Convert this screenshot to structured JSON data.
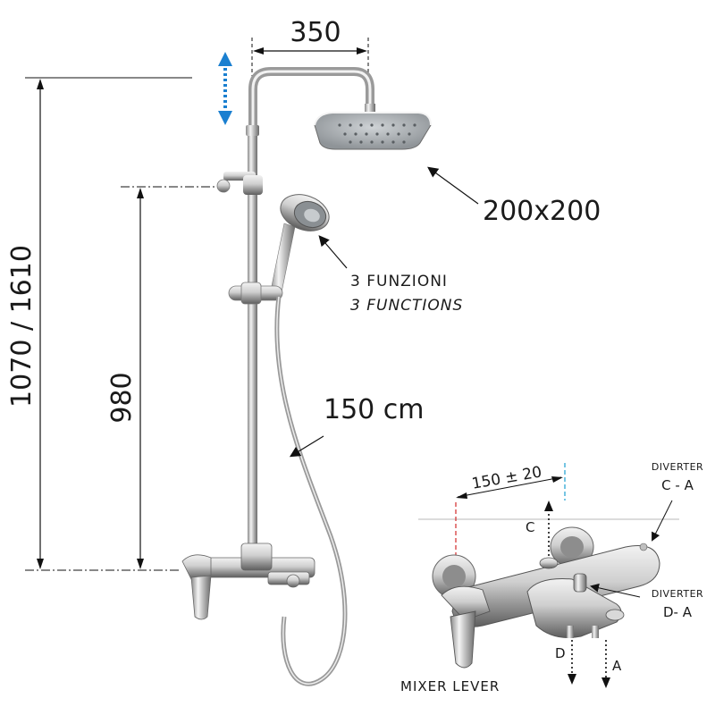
{
  "dimensions": {
    "head_span": "350",
    "total_height": "1070 / 1610",
    "slide_height": "980",
    "head_size": "200x200",
    "hose_length": "150 cm",
    "mixer_spacing": "150 ± 20"
  },
  "labels": {
    "functions_it": "3 FUNZIONI",
    "functions_en": "3 FUNCTIONS",
    "diverter_top_title": "DIVERTER",
    "diverter_top_ports": "C - A",
    "diverter_bottom_title": "DIVERTER",
    "diverter_bottom_ports": "D- A",
    "mixer_lever": "MIXER LEVER",
    "port_c": "C",
    "port_d": "D",
    "port_a": "A"
  },
  "colors": {
    "adjust_arrow": "#1a7fd0",
    "red_axis": "#d12a2a",
    "blue_axis": "#1a9fd0",
    "chrome_dark": "#6e6e6e",
    "chrome_light": "#e6e6e6"
  }
}
